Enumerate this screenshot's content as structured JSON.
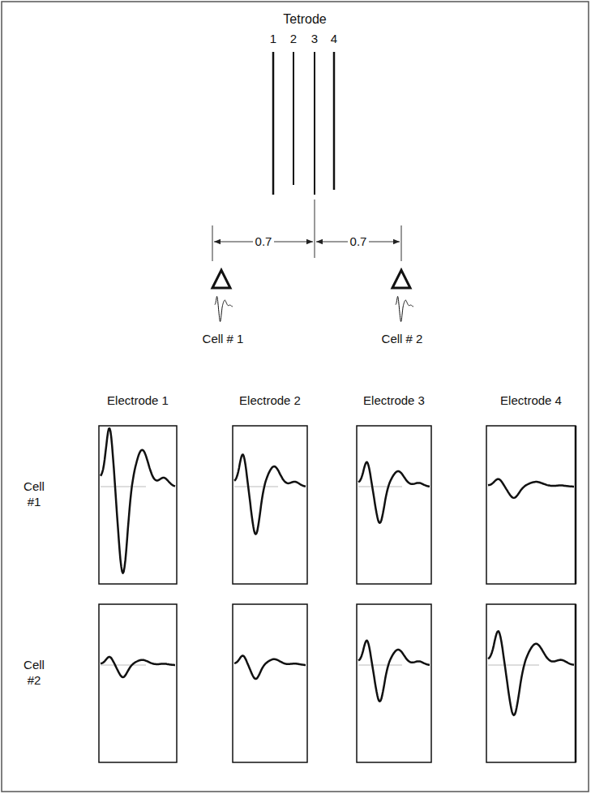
{
  "diagram": {
    "labels": [
      "Tetrode",
      "1",
      "2",
      "3",
      "4",
      "0.7",
      "0.7",
      "Cell # 1",
      "Cell # 2",
      "Electrode 1",
      "Electrode 2",
      "Electrode 3",
      "Electrode 4",
      "Cell #1",
      "Cell #2"
    ]
  }
}
